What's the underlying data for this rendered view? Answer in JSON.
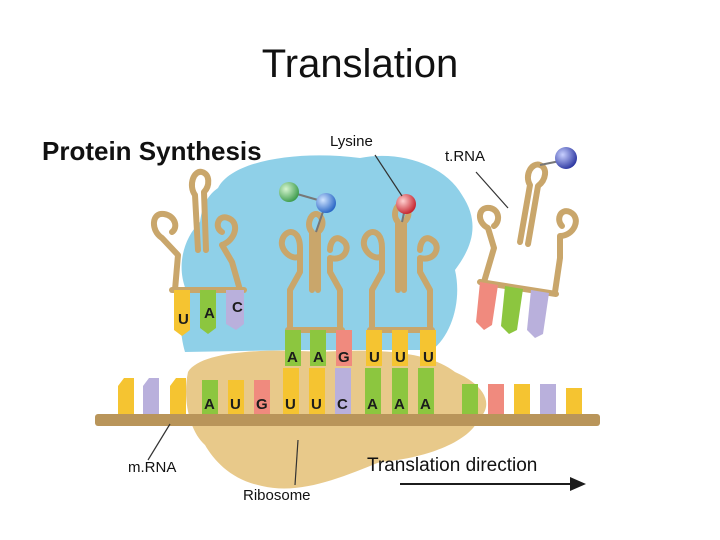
{
  "title": "Translation",
  "subtitle": "Protein Synthesis",
  "labels": {
    "lysine": "Lysine",
    "trna": "t.RNA",
    "mrna": "m.RNA",
    "ribosome": "Ribosome",
    "direction": "Translation direction"
  },
  "codons": {
    "trna_left": [
      "U",
      "A",
      "C"
    ],
    "anticodons_top": [
      "A",
      "A",
      "G",
      "U",
      "U",
      "U"
    ],
    "mrna_bottom": [
      "A",
      "U",
      "G",
      "U",
      "U",
      "C",
      "A",
      "A",
      "A"
    ]
  },
  "colors": {
    "ribosome_large": "#8fd0e8",
    "ribosome_small": "#e8c98a",
    "backbone": "#b9955a",
    "trna": "#c9a66b",
    "base_A": "#8cc63f",
    "base_U": "#f5c431",
    "base_G": "#f08a7e",
    "base_C": "#b9b0dc",
    "amino_green": "#5fbf6a",
    "amino_blue": "#3b82d6",
    "amino_red": "#e0404a",
    "amino_navy": "#3a4fc0"
  }
}
